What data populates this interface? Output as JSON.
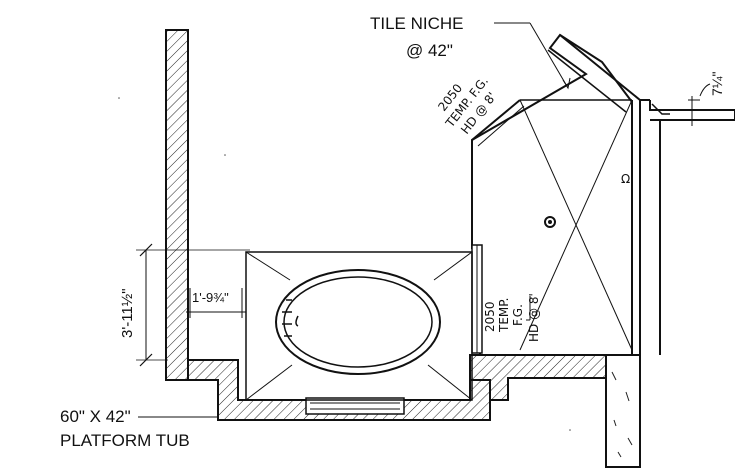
{
  "labels": {
    "tile_niche_line1": "TILE NICHE",
    "tile_niche_line2": "@ 42\"",
    "window_top_line1": "2050",
    "window_top_line2": "TEMP. F.G.",
    "window_top_line3": "HD @ 8'",
    "window_side_line1": "2050",
    "window_side_line2": "TEMP.",
    "window_side_line3": "F.G.",
    "window_side_line4": "HD @ 8'",
    "dim_height": "3'-11½\"",
    "dim_offset": "1'-9¾\"",
    "dim_corner": "7¼\"",
    "tub_line1": "60\" X 42\"",
    "tub_line2": "PLATFORM TUB",
    "shower_mark": "Ω"
  }
}
